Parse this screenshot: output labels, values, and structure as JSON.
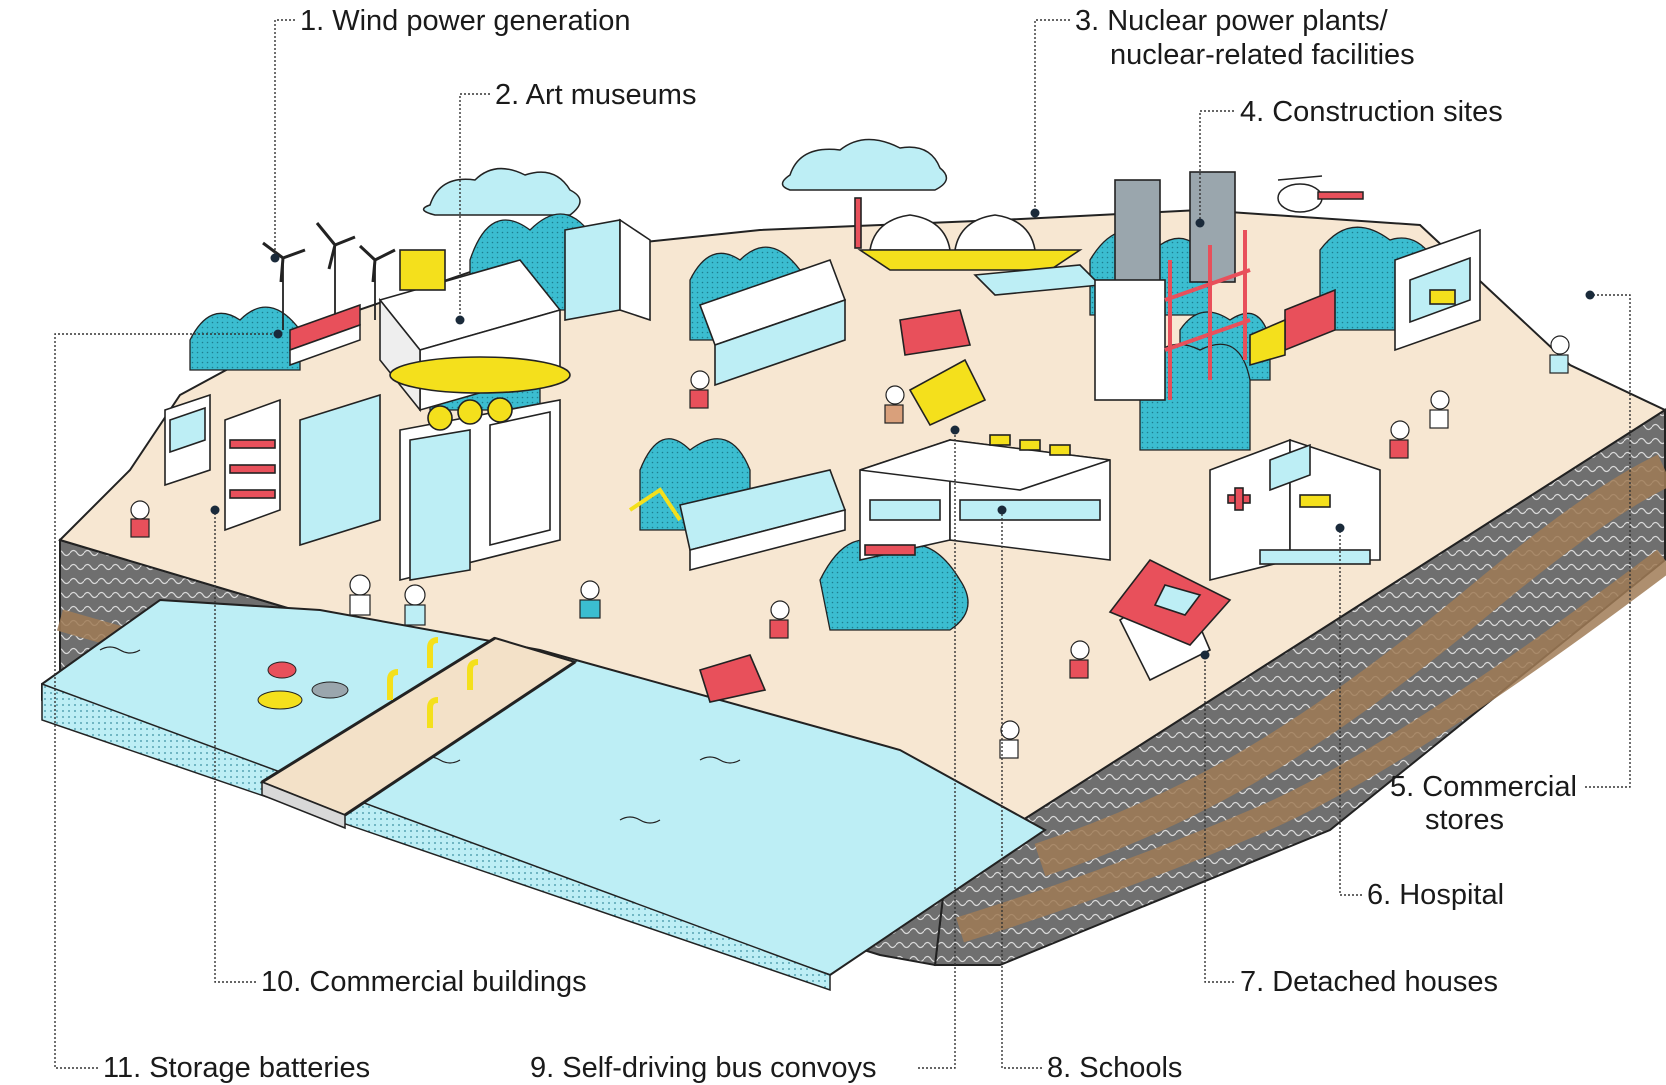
{
  "labels": {
    "l1": "1. Wind power generation",
    "l2": "2. Art museums",
    "l3a": "3. Nuclear power plants/",
    "l3b": "nuclear-related facilities",
    "l4": "4. Construction sites",
    "l5a": "5. Commercial",
    "l5b": "stores",
    "l6": "6. Hospital",
    "l7": "7. Detached houses",
    "l8": "8. Schools",
    "l9": "9. Self-driving bus convoys",
    "l10": "10. Commercial buildings",
    "l11": "11. Storage batteries"
  },
  "colors": {
    "ground": "#f7e7d2",
    "water": "#bdeef5",
    "teal": "#3bbdd0",
    "red": "#e8505b",
    "yellow": "#f4e01c",
    "soil": "#8a8a8a",
    "mud": "#a07b56"
  }
}
